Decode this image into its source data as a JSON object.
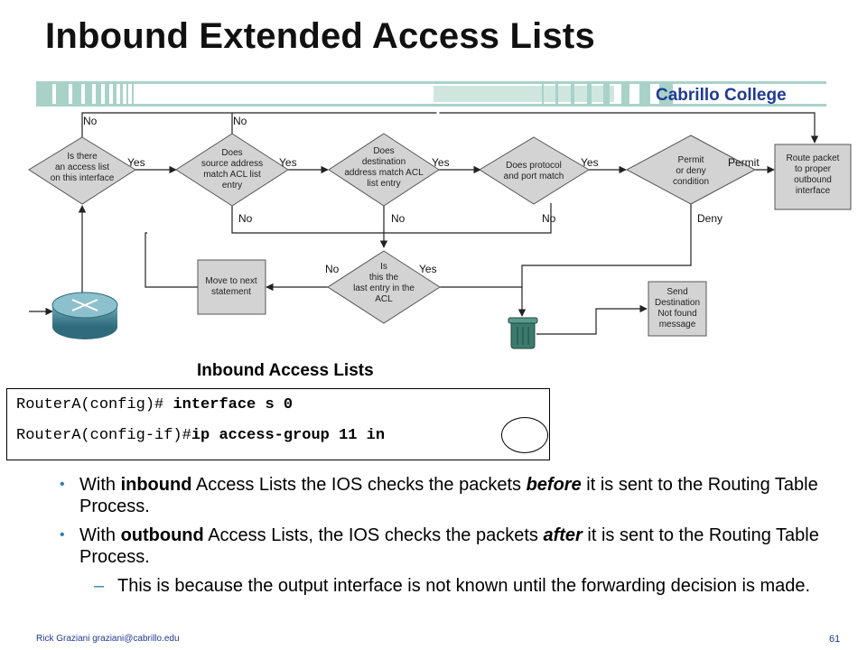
{
  "slide": {
    "title": "Inbound Extended Access Lists",
    "college": "Cabrillo College",
    "subheading": "Inbound Access Lists",
    "footer": "Rick Graziani  graziani@cabrillo.edu",
    "page_number": "61"
  },
  "flowchart": {
    "decisions": {
      "d1": [
        "Is there",
        "an access list",
        "on this interface"
      ],
      "d2": [
        "Does",
        "source address",
        "match ACL list",
        "entry"
      ],
      "d3": [
        "Does",
        "destination",
        "address match ACL",
        "list entry"
      ],
      "d4": [
        "Does protocol",
        "and port match"
      ],
      "d5": [
        "Permit",
        "or deny",
        "condition"
      ],
      "d6": [
        "Is",
        "this the",
        "last entry in the",
        "ACL"
      ]
    },
    "boxes": {
      "route": [
        "Route packet",
        "to proper",
        "outbound",
        "interface"
      ],
      "next": [
        "Move to next",
        "statement"
      ],
      "send": [
        "Send",
        "Destination",
        "Not found",
        "message"
      ]
    },
    "labels": {
      "yes": "Yes",
      "no": "No",
      "permit": "Permit",
      "deny": "Deny"
    }
  },
  "code": {
    "line1_prompt": "RouterA(config)# ",
    "line1_cmd": "interface s 0",
    "line2_prompt": "RouterA(config-if)#",
    "line2_cmd": "ip access-group 11 in"
  },
  "bullets": {
    "b1": {
      "pre": "With ",
      "bold": "inbound",
      "mid": " Access Lists the IOS checks the packets ",
      "ital": "before",
      "post": " it is sent to the Routing Table Process."
    },
    "b2": {
      "pre": "With ",
      "bold": "outbound",
      "mid": " Access Lists, the IOS checks the packets ",
      "ital": "after",
      "post": " it is sent to the Routing Table Process."
    },
    "sub1": "This is because the output interface is not known until the forwarding decision is made."
  },
  "colors": {
    "banner_teal": "#a8d2c8",
    "node_fill": "#d3d3d3",
    "college_blue": "#1f3a93",
    "bullet_blue": "#2f7fb0"
  }
}
